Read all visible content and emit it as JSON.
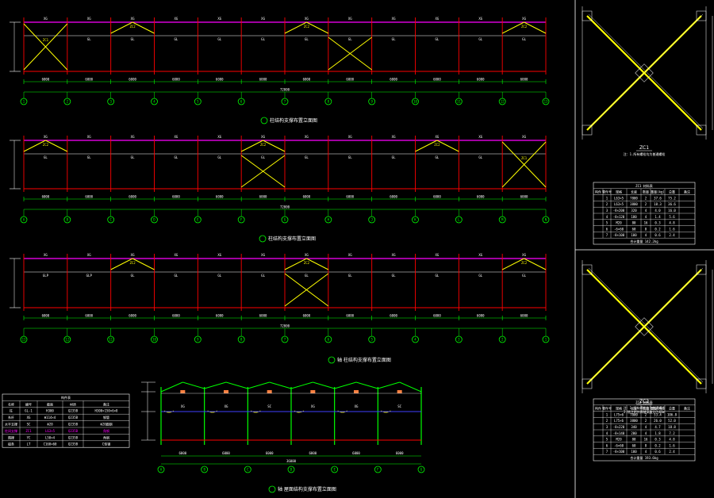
{
  "colors": {
    "background": "#000000",
    "column": "#ff0000",
    "top_beam": "#ff00ff",
    "roof_line": "#8080ff",
    "bracing": "#ffff00",
    "axis": "#00ff00",
    "text": "#ffffff"
  },
  "elevations": [
    {
      "id": "e1",
      "title": "柱结构支撑布置立面图",
      "brace_label_left": "ZC1",
      "bay_labels": [
        "XG",
        "XG",
        "XG",
        "XG",
        "XG",
        "XG",
        "XG",
        "XG",
        "XG",
        "XG",
        "XG",
        "XG"
      ],
      "girt_labels": [
        "",
        "GL",
        "GL",
        "GL",
        "GL",
        "GL",
        "GL",
        "GL",
        "GL",
        "GL",
        "GL",
        "GL"
      ],
      "knee_label": "ZC2",
      "dims": [
        "6000",
        "6000",
        "6000",
        "6000",
        "6000",
        "6000",
        "6000",
        "6000",
        "6000",
        "6000",
        "6000",
        "6000"
      ],
      "total": "72000",
      "axes": [
        "1",
        "2",
        "3",
        "4",
        "5",
        "6",
        "7",
        "8",
        "9",
        "10",
        "11",
        "12",
        "13"
      ]
    },
    {
      "id": "e2",
      "title": "柱结构支撑布置立面图",
      "brace_label": "ZC1",
      "bay_labels": [
        "XG",
        "XG",
        "XG",
        "XG",
        "XG",
        "XG",
        "XG",
        "XG",
        "XG",
        "XG",
        "XG",
        "XG"
      ],
      "girt_labels": [
        "GL",
        "GL",
        "GL",
        "GL",
        "GL",
        "GL",
        "GL",
        "GL",
        "GL",
        "GL",
        "GL",
        ""
      ],
      "knee_label": "ZC2",
      "dims": [
        "6000",
        "6000",
        "6000",
        "6000",
        "6000",
        "6000",
        "6000",
        "6000",
        "6000",
        "6000",
        "6000",
        "6000"
      ],
      "total": "72000",
      "axes": [
        "A",
        "B",
        "C",
        "D",
        "E",
        "F",
        "G",
        "H",
        "J",
        "K",
        "L",
        "M",
        "N"
      ]
    },
    {
      "id": "e3",
      "title": "轴 柱结构支撑布置立面图",
      "bay_labels": [
        "XG",
        "XG",
        "XG",
        "XG",
        "XG",
        "XG",
        "XG",
        "XG",
        "XG",
        "XG",
        "XG",
        "XG"
      ],
      "girt_labels": [
        "GLP",
        "GLP",
        "GL",
        "GL",
        "GL",
        "GL",
        "GL",
        "GL",
        "GL",
        "GL",
        "GL",
        "GL"
      ],
      "knee_label": "ZC2",
      "dims": [
        "6000",
        "6000",
        "6000",
        "6000",
        "6000",
        "6000",
        "6000",
        "6000",
        "6000",
        "6000",
        "6000",
        "6000"
      ],
      "total": "72000",
      "axes": [
        "13",
        "12",
        "11",
        "10",
        "9",
        "8",
        "7",
        "6",
        "5",
        "4",
        "3",
        "2",
        "1"
      ]
    }
  ],
  "section": {
    "title": "轴 屋面结构支撑布置立面图",
    "labels": [
      "XG",
      "XG",
      "SC",
      "XG",
      "XG",
      "SC"
    ],
    "dims": [
      "6000",
      "6000",
      "6000",
      "6000",
      "6000",
      "6000"
    ],
    "total": "36000",
    "axes": [
      "A",
      "B",
      "C",
      "D",
      "E",
      "F",
      "G"
    ]
  },
  "legend": {
    "title": "构件表",
    "headers": [
      "名称",
      "编号",
      "截面",
      "材质",
      "备注"
    ],
    "rows": [
      [
        "柱",
        "GL-1",
        "H300",
        "Q235B",
        "H300×150×6×8"
      ],
      [
        "系杆",
        "XG",
        "Φ114×4",
        "Q235B",
        "钢管"
      ],
      [
        "水平支撑",
        "SC",
        "Φ20",
        "Q235B",
        "Φ20圆钢"
      ],
      [
        "柱间支撑",
        "ZC1",
        "L63×5",
        "Q235B",
        "角钢"
      ],
      [
        "隅撑",
        "YC",
        "L50×4",
        "Q235B",
        "角钢"
      ],
      [
        "檩条",
        "LT",
        "C160×60",
        "Q235B",
        "C型钢"
      ]
    ]
  },
  "details": [
    {
      "name": "ZC1",
      "note": "注：1.所有螺栓均为普通螺栓",
      "table_title": "ZC1 材料表",
      "headers": [
        "构件",
        "零件号",
        "规格",
        "长度",
        "数量",
        "重量(kg)",
        "总重",
        "备注"
      ],
      "rows": [
        [
          "1",
          "L63×5",
          "7800",
          "2",
          "37.6",
          "75.2"
        ],
        [
          "2",
          "L63×5",
          "3800",
          "2",
          "18.3",
          "36.6"
        ],
        [
          "3",
          "-8×200",
          "320",
          "4",
          "4.0",
          "16.0"
        ],
        [
          "4",
          "-8×120",
          "180",
          "4",
          "1.4",
          "5.6"
        ],
        [
          "5",
          "M20",
          "80",
          "16",
          "0.3",
          "4.8"
        ],
        [
          "6",
          "-6×60",
          "60",
          "8",
          "0.2",
          "1.6"
        ],
        [
          "7",
          "-8×100",
          "100",
          "4",
          "0.6",
          "2.4"
        ]
      ],
      "footer": "合计重量 142.2kg"
    },
    {
      "name": "ZC2",
      "note": "注：1.所有螺栓均为普通螺栓",
      "note2": "2.除注明外焊缝高度均为6mm",
      "table_title": "ZC2 材料表",
      "headers": [
        "构件",
        "零件号",
        "规格",
        "长度",
        "数量",
        "重量(kg)",
        "总重",
        "备注"
      ],
      "rows": [
        [
          "1",
          "L75×6",
          "7800",
          "2",
          "53.4",
          "106.8"
        ],
        [
          "2",
          "L75×6",
          "3800",
          "2",
          "26.0",
          "52.0"
        ],
        [
          "3",
          "-8×220",
          "340",
          "4",
          "4.7",
          "18.8"
        ],
        [
          "4",
          "-8×140",
          "200",
          "4",
          "1.8",
          "7.2"
        ],
        [
          "5",
          "M20",
          "80",
          "16",
          "0.3",
          "4.8"
        ],
        [
          "6",
          "-6×60",
          "60",
          "8",
          "0.2",
          "1.6"
        ],
        [
          "7",
          "-8×100",
          "100",
          "4",
          "0.6",
          "2.4"
        ]
      ],
      "footer": "合计重量 193.6kg"
    }
  ]
}
